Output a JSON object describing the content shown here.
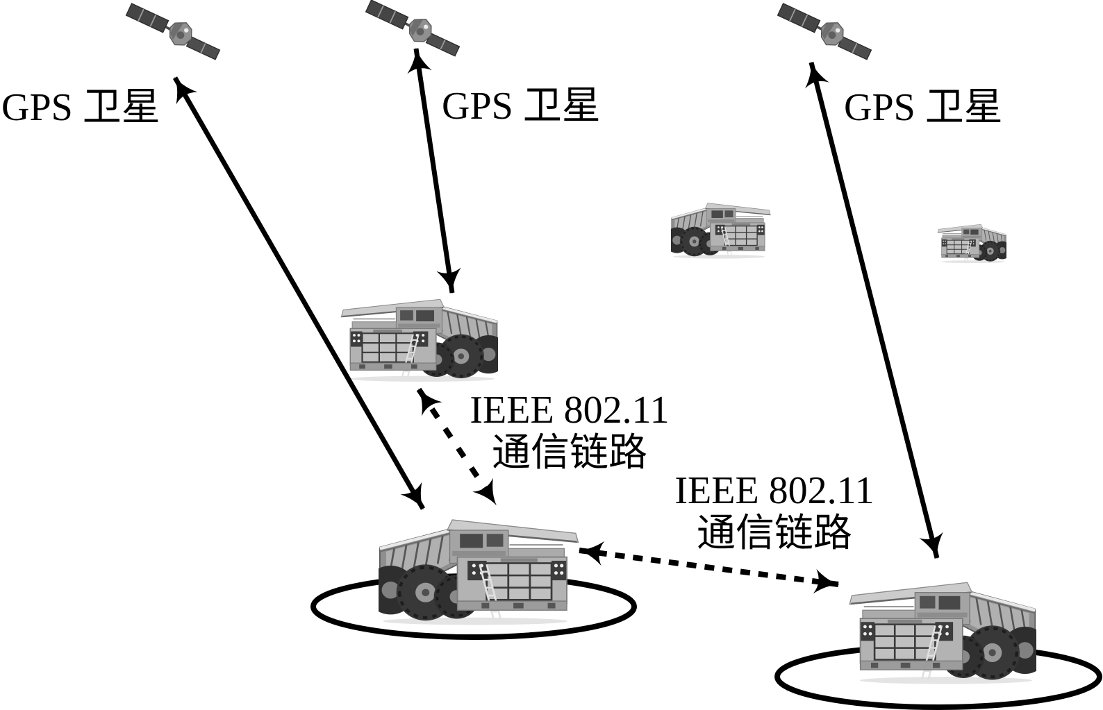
{
  "diagram": {
    "kind": "gps-wifi-network-topology-illustration",
    "background_color": "#ffffff",
    "ink_color": "#000000",
    "labels": {
      "gps_satellite_1": "GPS 卫星",
      "gps_satellite_2": "GPS 卫星",
      "gps_satellite_3": "GPS 卫星",
      "wifi_link_1_line1": "IEEE 802.11",
      "wifi_link_1_line2": "通信链路",
      "wifi_link_2_line1": "IEEE 802.11",
      "wifi_link_2_line2": "通信链路"
    },
    "nodes": [
      {
        "id": "gps-satellite-1",
        "kind": "gps-satellite",
        "label": "GPS 卫星",
        "position": "top-left"
      },
      {
        "id": "gps-satellite-2",
        "kind": "gps-satellite",
        "label": "GPS 卫星",
        "position": "top-middle"
      },
      {
        "id": "gps-satellite-3",
        "kind": "gps-satellite",
        "label": "GPS 卫星",
        "position": "top-right"
      },
      {
        "id": "haul-truck-mid",
        "kind": "mining-haul-truck",
        "position": "middle-left",
        "facing": "left",
        "range_ring": false
      },
      {
        "id": "haul-truck-small-1",
        "kind": "mining-haul-truck",
        "position": "upper-right",
        "facing": "right",
        "range_ring": false
      },
      {
        "id": "haul-truck-small-2",
        "kind": "mining-haul-truck",
        "position": "far-upper-right",
        "facing": "left",
        "range_ring": false
      },
      {
        "id": "haul-truck-left",
        "kind": "mining-haul-truck",
        "position": "bottom-left",
        "facing": "right",
        "range_ring": true
      },
      {
        "id": "haul-truck-right",
        "kind": "mining-haul-truck",
        "position": "bottom-right",
        "facing": "left",
        "range_ring": true
      }
    ],
    "links": [
      {
        "from": "gps-satellite-1",
        "to": "haul-truck-left",
        "style": "solid",
        "arrowheads": "both"
      },
      {
        "from": "gps-satellite-2",
        "to": "haul-truck-mid",
        "style": "solid",
        "arrowheads": "both"
      },
      {
        "from": "gps-satellite-3",
        "to": "haul-truck-right",
        "style": "solid",
        "arrowheads": "both"
      },
      {
        "from": "haul-truck-mid",
        "to": "haul-truck-left",
        "style": "dashed",
        "arrowheads": "both",
        "label": "IEEE 802.11 通信链路"
      },
      {
        "from": "haul-truck-left",
        "to": "haul-truck-right",
        "style": "dashed",
        "arrowheads": "both",
        "label": "IEEE 802.11 通信链路"
      }
    ]
  }
}
